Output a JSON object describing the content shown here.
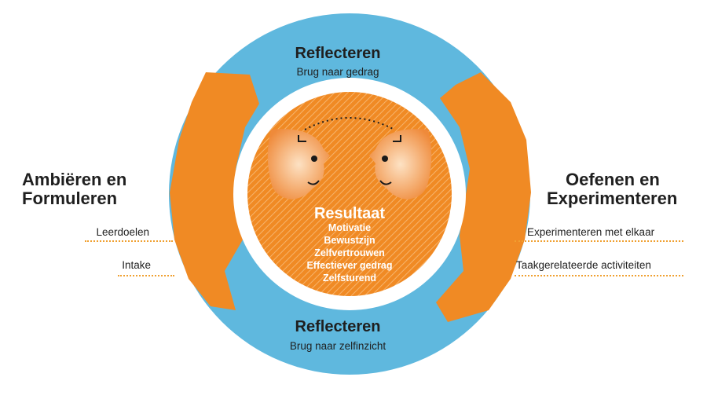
{
  "colors": {
    "background": "#ffffff",
    "orange": "#f08a24",
    "blue": "#5fb8de",
    "face": "#f0a060",
    "dots": "#f0a030",
    "text_dark": "#1f1f1f",
    "text_white": "#ffffff"
  },
  "top": {
    "title": "Reflecteren",
    "subtitle": "Brug naar gedrag"
  },
  "bottom": {
    "title": "Reflecteren",
    "subtitle": "Brug naar zelfinzicht"
  },
  "left": {
    "title_line1": "Ambiëren en",
    "title_line2": "Formuleren",
    "items": [
      "Leerdoelen",
      "Intake"
    ]
  },
  "right": {
    "title_line1": "Oefenen en",
    "title_line2": "Experimenteren",
    "items": [
      "Experimenteren met elkaar",
      "Taakgerelateerde activiteiten"
    ]
  },
  "center": {
    "title": "Resultaat",
    "items": [
      "Motivatie",
      "Bewustzijn",
      "Zelfvertrouwen",
      "Effectiever gedrag",
      "Zelfsturend"
    ],
    "icon": "two-faces-facing-icon"
  }
}
